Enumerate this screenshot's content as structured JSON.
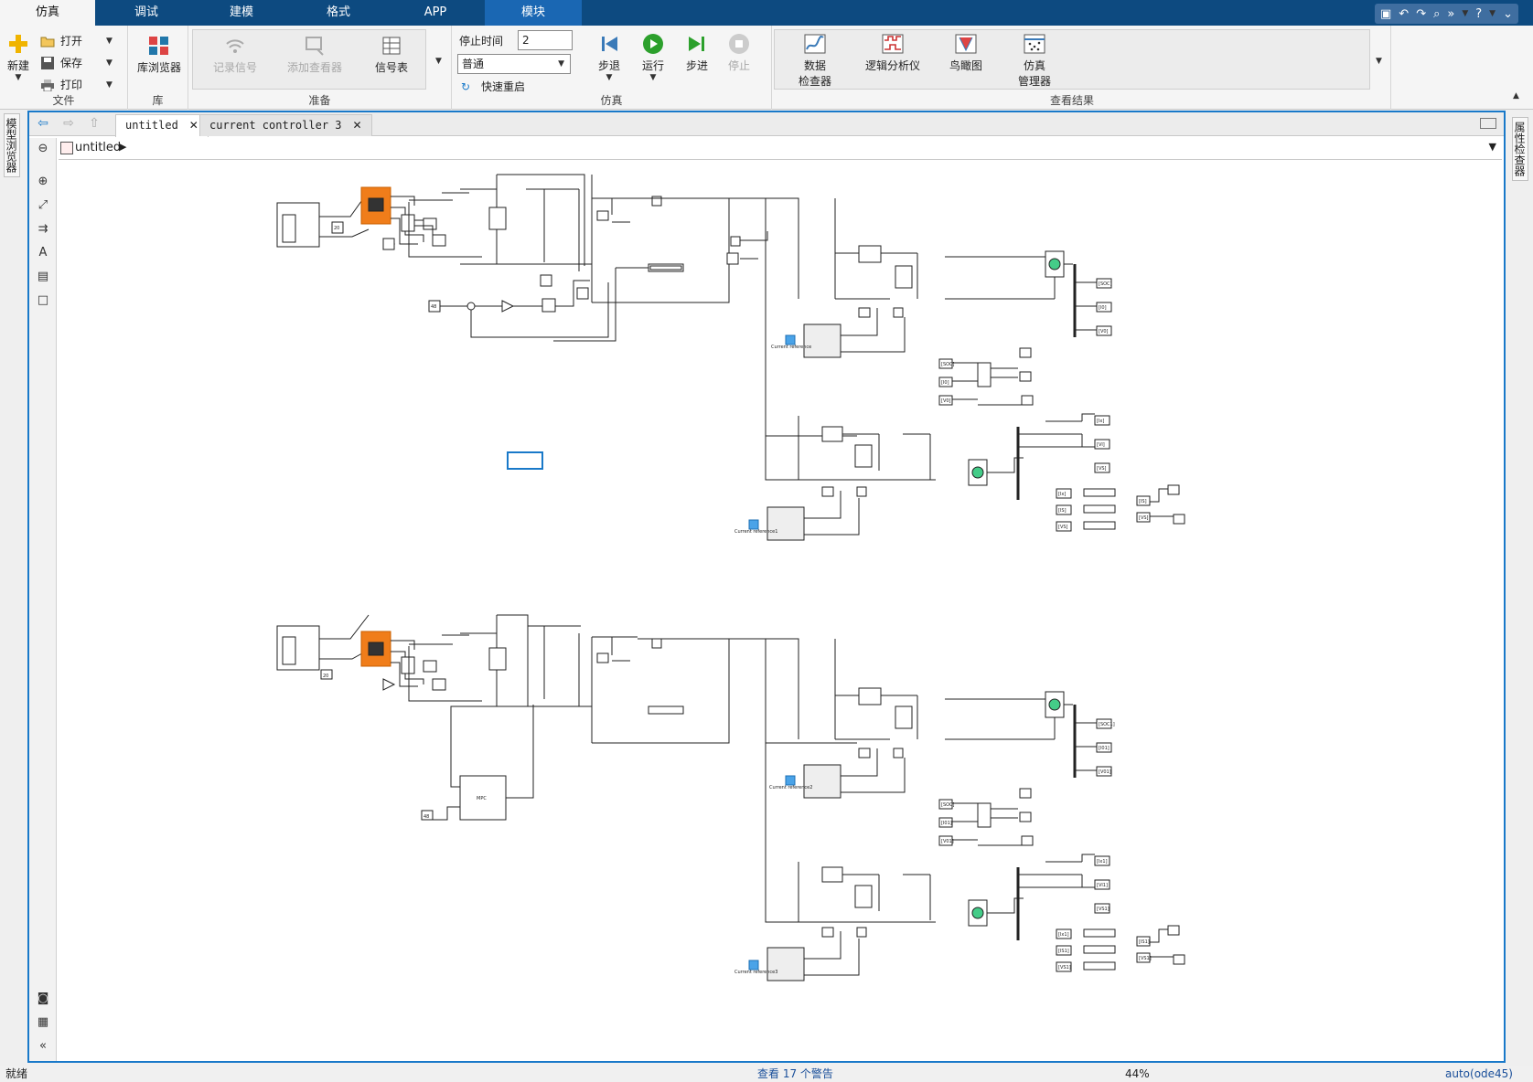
{
  "tabs": [
    "仿真",
    "调试",
    "建模",
    "格式",
    "APP",
    "模块"
  ],
  "ribbon": {
    "file": {
      "group": "文件",
      "new": "新建",
      "open": "打开",
      "save": "保存",
      "print": "打印"
    },
    "library": {
      "group": "库",
      "browser": "库浏览器"
    },
    "prepare": {
      "group": "准备",
      "log_signals": "记录信号",
      "add_viewer": "添加查看器",
      "signal_table": "信号表"
    },
    "simulate": {
      "group": "仿真",
      "stop_time_label": "停止时间",
      "stop_time_value": "2",
      "mode": "普通",
      "fast_restart": "快速重启",
      "step_back": "步退",
      "run": "运行",
      "step": "步进",
      "stop": "停止"
    },
    "review": {
      "group": "查看结果",
      "data_inspector_1": "数据",
      "data_inspector_2": "检查器",
      "logic_analyzer": "逻辑分析仪",
      "birds_eye": "鸟瞰图",
      "sim_manager_1": "仿真",
      "sim_manager_2": "管理器"
    }
  },
  "side": {
    "left": "模型浏览器",
    "right": "属性检查器"
  },
  "doc_tabs": [
    "untitled",
    "current controller 3"
  ],
  "breadcrumb": "untitled",
  "diagram": {
    "block_labels": [
      "Current reference",
      "Current reference1",
      "Current reference2",
      "Current reference3",
      "MPC"
    ],
    "constant_values": [
      "48",
      "20",
      "20",
      "48"
    ],
    "goto_tags_top": [
      "[SOC]",
      "[I0]",
      "[V0]",
      "[SOC]",
      "[I0]",
      "[V0]"
    ],
    "goto_tags_mid": [
      "[Ix]",
      "[Vl]",
      "[VS]",
      "[Ix]",
      "[IS]",
      "[VS]",
      "[IS]",
      "[VS]"
    ],
    "goto_tags_bottom": [
      "[SOC1]",
      "[I01]",
      "[V01]",
      "[SOC]",
      "[I01]",
      "[V01]"
    ],
    "goto_tags_bottom2": [
      "[Ix1]",
      "[Vl1]",
      "[VS1]",
      "[Ix1]",
      "[IS1]",
      "[VS1]",
      "[IS1]",
      "[VS1]"
    ]
  },
  "status": {
    "ready": "就绪",
    "warnings": "查看 17 个警告",
    "zoom": "44%",
    "solver": "auto(ode45)"
  },
  "colors": {
    "ribbon_bar": "#0d4a80",
    "accent": "#1979c9",
    "pv_block": "#f07d1a",
    "const_block": "#4aa3e8"
  }
}
